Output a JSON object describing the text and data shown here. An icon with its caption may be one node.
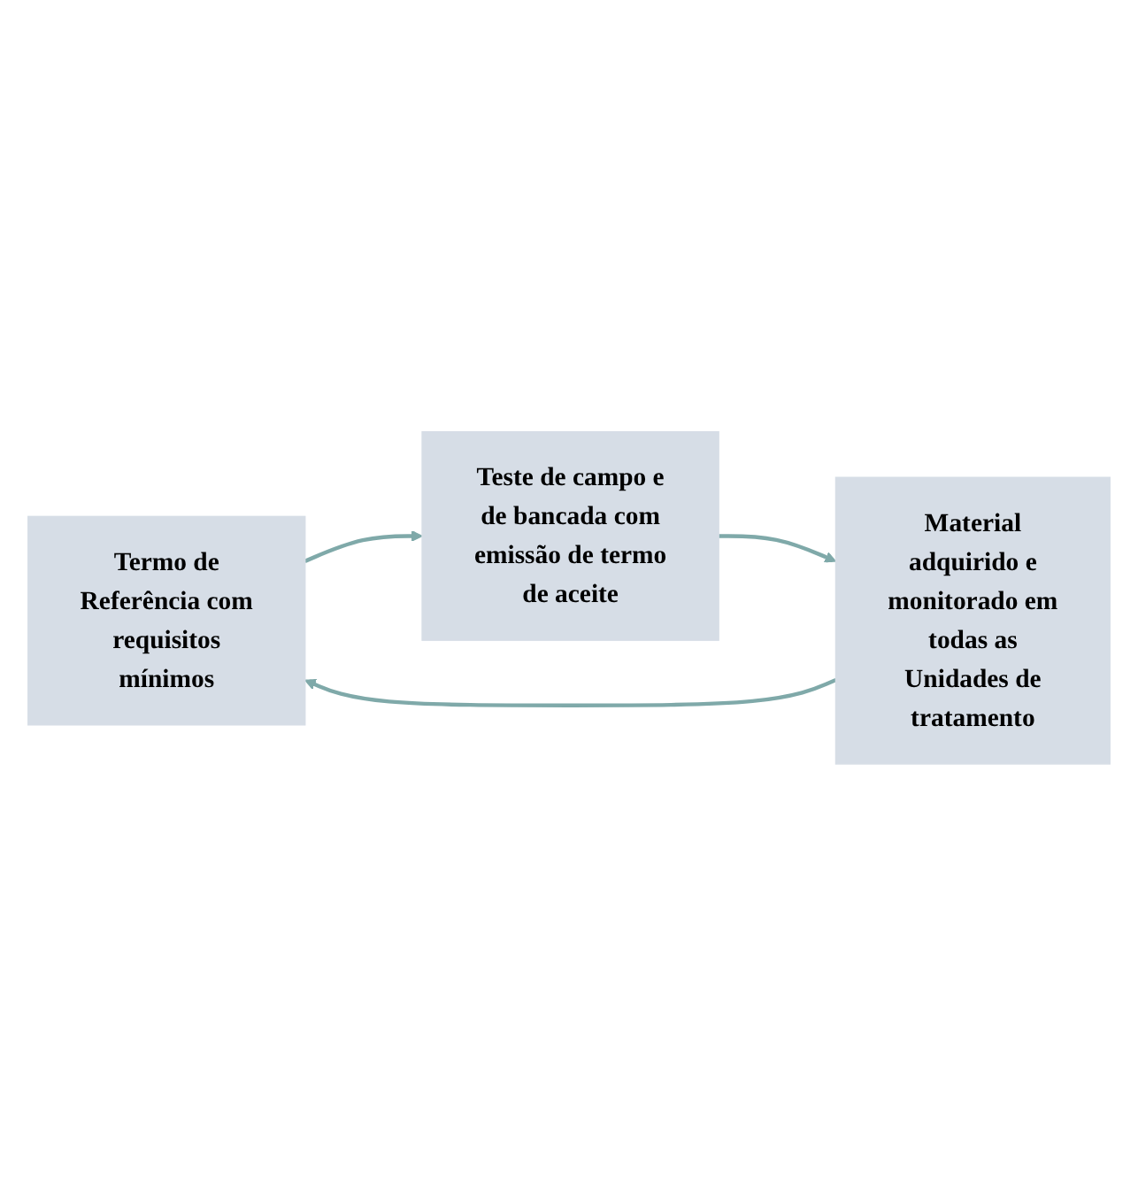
{
  "diagram": {
    "nodes": [
      {
        "text": [
          "Termo de Referência com requisitos mínimos"
        ]
      },
      {
        "text": [
          "Teste de campo e de bancada com emissão de termo de aceite"
        ]
      },
      {
        "text": [
          "Material adquirido e monitorado em todas as Unidades de tratamento"
        ]
      }
    ],
    "edges": [
      {
        "from": 0,
        "to": 1,
        "arrow": "to"
      },
      {
        "from": 1,
        "to": 2,
        "arrow": "to"
      },
      {
        "from": 2,
        "to": 0,
        "arrow": "to"
      }
    ]
  }
}
